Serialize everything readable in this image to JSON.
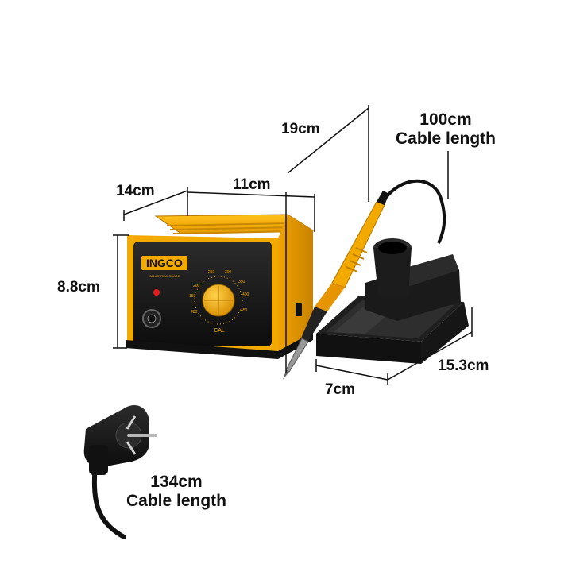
{
  "brand": {
    "logo_text": "INGCO",
    "logo_subtext": "INDUSTRIAL GRADE",
    "primary_color": "#f2a900",
    "body_color": "#1a1a1a"
  },
  "dimensions": {
    "station_depth": "14cm",
    "station_width": "11cm",
    "station_height": "8.8cm",
    "iron_length": "19cm",
    "stand_width": "7cm",
    "stand_length": "15.3cm"
  },
  "iron_cable": {
    "length": "100cm",
    "label": "Cable length"
  },
  "power_cable": {
    "length": "134cm",
    "label": "Cable length"
  },
  "panel": {
    "cal_label": "CAL",
    "dial_scale": [
      "150",
      "200",
      "250",
      "300",
      "350",
      "400",
      "450",
      "480"
    ]
  }
}
